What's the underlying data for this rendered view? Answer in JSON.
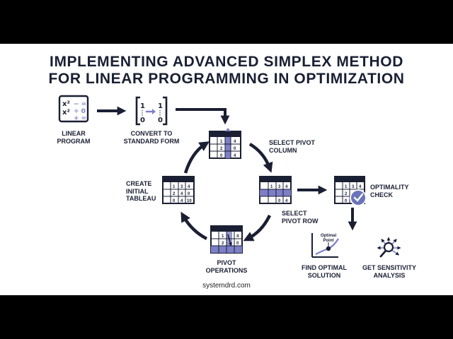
{
  "title": {
    "line1": "IMPLEMENTING ADVANCED SIMPLEX METHOD",
    "line2": "FOR LINEAR PROGRAMMING IN OPTIMIZATION"
  },
  "nodes": {
    "linear_program": {
      "line1": "LINEAR",
      "line2": "PROGRAM"
    },
    "convert": {
      "line1": "CONVERT TO",
      "line2": "STANDARD FORM"
    },
    "select_pivot_column": {
      "line1": "SELECT PIVOT",
      "line2": "COLUMN"
    },
    "select_pivot_row": {
      "line1": "SELECT",
      "line2": "PIVOT ROW"
    },
    "pivot_operations": {
      "line1": "PIVOT",
      "line2": "OPERATIONS"
    },
    "create_initial_tableau": {
      "line1": "CREATE",
      "line2": "INITIAL",
      "line3": "TABLEAU"
    },
    "optimality_check": {
      "line1": "OPTIMALITY",
      "line2": "CHECK"
    },
    "find_optimal_solution": {
      "line1": "FIND OPTIMAL",
      "line2": "SOLUTION"
    },
    "sensitivity_analysis": {
      "line1": "GET SENSITIVITY",
      "line2": "ANALYSIS"
    }
  },
  "graph_label": {
    "line1": "Optimal",
    "line2": "Point"
  },
  "matrix_entries": {
    "top_left": "1",
    "top_right": "1",
    "bottom_left": "0",
    "bottom_right": "0"
  },
  "lp_icon": {
    "row1_left": "x²",
    "row2_left": "x²",
    "row1_right": "− =",
    "row2_right": "÷ 0",
    "row3_right": "+ ="
  },
  "tableaus": {
    "pivot_column": {
      "r1": [
        "1",
        "4"
      ],
      "r2": [
        "2",
        "0"
      ],
      "r3": [
        "0",
        "4"
      ]
    },
    "pivot_row": {
      "r1": [
        "1",
        "3",
        "4"
      ],
      "r3": [
        "0",
        "4"
      ]
    },
    "pivot_ops": {
      "r1": [
        "1",
        "4"
      ],
      "r2": [
        "2",
        "0"
      ]
    },
    "initial": {
      "r1": [
        "1",
        "3",
        "4"
      ],
      "r2": [
        "2",
        "4",
        "0"
      ],
      "r3": [
        "0",
        "4",
        "10"
      ]
    },
    "optimality": {
      "r1": [
        "1",
        "3",
        "4"
      ],
      "r2": [
        "2",
        "0"
      ],
      "r3": [
        "0"
      ]
    }
  },
  "footer": "systemdrd.com",
  "colors": {
    "dark": "#1a1f33",
    "accent": "#7d7fc7",
    "check": "#6b73b9"
  }
}
